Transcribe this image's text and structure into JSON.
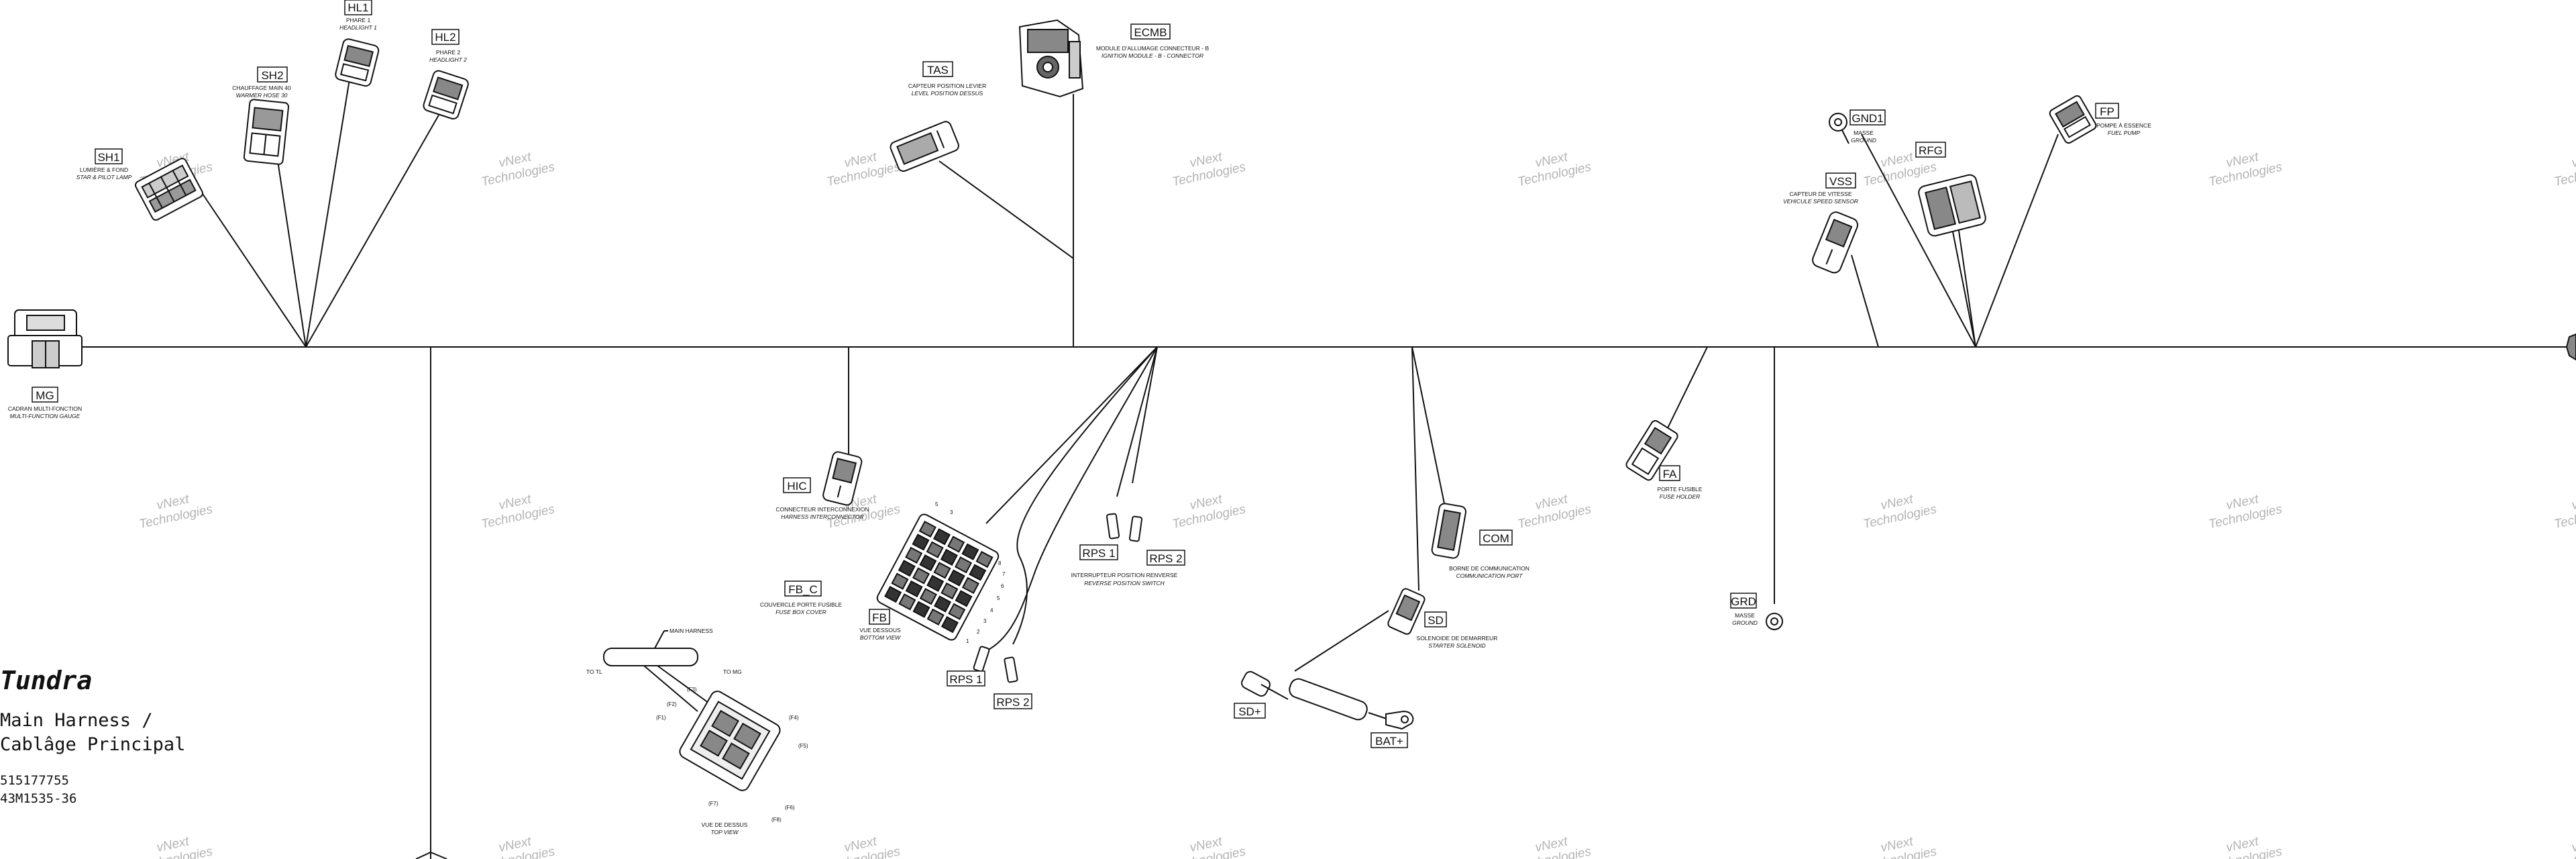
{
  "title_block": {
    "model": "Tundra",
    "harness_line1": "Main Harness /",
    "harness_line2": "Cablâge Principal",
    "part_no_1": "515177755",
    "part_no_2": "43M1535-36"
  },
  "watermark": {
    "line1": "vNext",
    "line2": "Technologies"
  },
  "connectors": {
    "HL1": {
      "code": "HL1",
      "fr": "PHARE 1",
      "en": "HEADLIGHT 1"
    },
    "HL2": {
      "code": "HL2",
      "fr": "PHARE 2",
      "en": "HEADLIGHT 2"
    },
    "SH2": {
      "code": "SH2",
      "fr": "CHAUFFAGE MAIN 40",
      "en": "WARMER HOSE 30"
    },
    "SH1": {
      "code": "SH1",
      "fr": "LUMIÈRE & FOND",
      "en": "STAR & PILOT LAMP"
    },
    "MG": {
      "code": "MG",
      "fr": "CADRAN MULTI-FONCTION",
      "en": "MULTI-FUNCTION GAUGE"
    },
    "TAS": {
      "code": "TAS",
      "fr": "CAPTEUR POSITION LEVIER",
      "en": "LEVEL POSITION DESSUS"
    },
    "ECMB": {
      "code": "ECMB",
      "fr": "MODULE D'ALLUMAGE CONNECTEUR - B",
      "en": "IGNITION MODULE - B - CONNECTOR"
    },
    "GND1": {
      "code": "GND1",
      "fr": "MASSE",
      "en": "GROUND"
    },
    "VSS": {
      "code": "VSS",
      "fr": "CAPTEUR DE VITESSE",
      "en": "VEHICULE SPEED SENSOR"
    },
    "RFG": {
      "code": "RFG",
      "fr": "",
      "en": ""
    },
    "FP": {
      "code": "FP",
      "fr": "POMPE À ESSENCE",
      "en": "FUEL PUMP"
    },
    "HIC": {
      "code": "HIC",
      "fr": "CONNECTEUR INTERCONNEXION",
      "en": "HARNESS INTERCONNECTOR"
    },
    "FBC": {
      "code": "FB_C",
      "fr": "COUVERCLE PORTE FUSIBLE",
      "en": "FUSE BOX COVER"
    },
    "FB": {
      "code": "FB",
      "fr": "VUE DESSOUS",
      "en": "BOTTOM VIEW"
    },
    "RPS1": {
      "code": "RPS 1",
      "fr": "INTERRUPTEUR POSITION RENVERSE",
      "en": "REVERSE POSITION SWITCH"
    },
    "RPS2": {
      "code": "RPS 2",
      "fr": "",
      "en": ""
    },
    "RPS1b": {
      "code": "RPS 1"
    },
    "RPS2b": {
      "code": "RPS 2"
    },
    "COM": {
      "code": "COM",
      "fr": "BORNE DE COMMUNICATION",
      "en": "COMMUNICATION PORT"
    },
    "SD": {
      "code": "SD",
      "fr": "SOLENOIDE DE DEMARREUR",
      "en": "STARTER SOLENOID"
    },
    "SDP": {
      "code": "SD+"
    },
    "BATP": {
      "code": "BAT+"
    },
    "FA": {
      "code": "FA",
      "fr": "PORTE FUSIBLE",
      "en": "FUSE HOLDER"
    },
    "GRD": {
      "code": "GRD",
      "fr": "MASSE",
      "en": "GROUND"
    }
  },
  "main_harness_callout": {
    "label": "MAIN HARNESS",
    "left": "TO TL",
    "right": "TO MG"
  },
  "top_view": {
    "fr": "VUE DE DESSUS",
    "en": "TOP VIEW"
  },
  "pins": [
    "(F1)",
    "(F2)",
    "(F3)",
    "(F4)",
    "(F5)",
    "(F6)",
    "(F7)",
    "(F8)"
  ],
  "fuse_pins": [
    "8",
    "7",
    "6",
    "5",
    "4",
    "3",
    "2",
    "1",
    "5",
    "3"
  ],
  "colors": {
    "line": "#111111",
    "watermark": "#b4b4b4"
  }
}
